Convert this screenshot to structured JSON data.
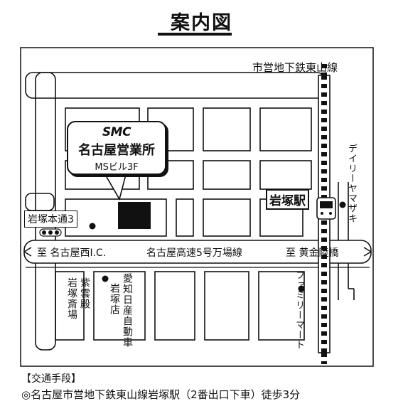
{
  "title": "案内図",
  "subway_line": "市営地下鉄東山線",
  "company": {
    "logo": "SMC",
    "office": "名古屋営業所",
    "building": "MSビル3F"
  },
  "station": "岩塚駅",
  "intersection": "岩塚本通3",
  "highway": {
    "left": "至 名古屋西I.C.",
    "center": "名古屋高速5号万場線",
    "right": "至 黄金陸橋"
  },
  "landmarks": {
    "shiunden": "紫雲殿",
    "iwatsuka_saijo": "岩塚斎場",
    "aichi_nissan": "愛知日産自動車",
    "iwatsuka_branch": "岩塚店",
    "daily": "デイリーヤマザキ",
    "familymart": "ファミリーマート"
  },
  "access": {
    "heading": "【交通手段】",
    "line": "◎名古屋市営地下鉄東山線岩塚駅（2番出口下車）徒歩3分"
  }
}
